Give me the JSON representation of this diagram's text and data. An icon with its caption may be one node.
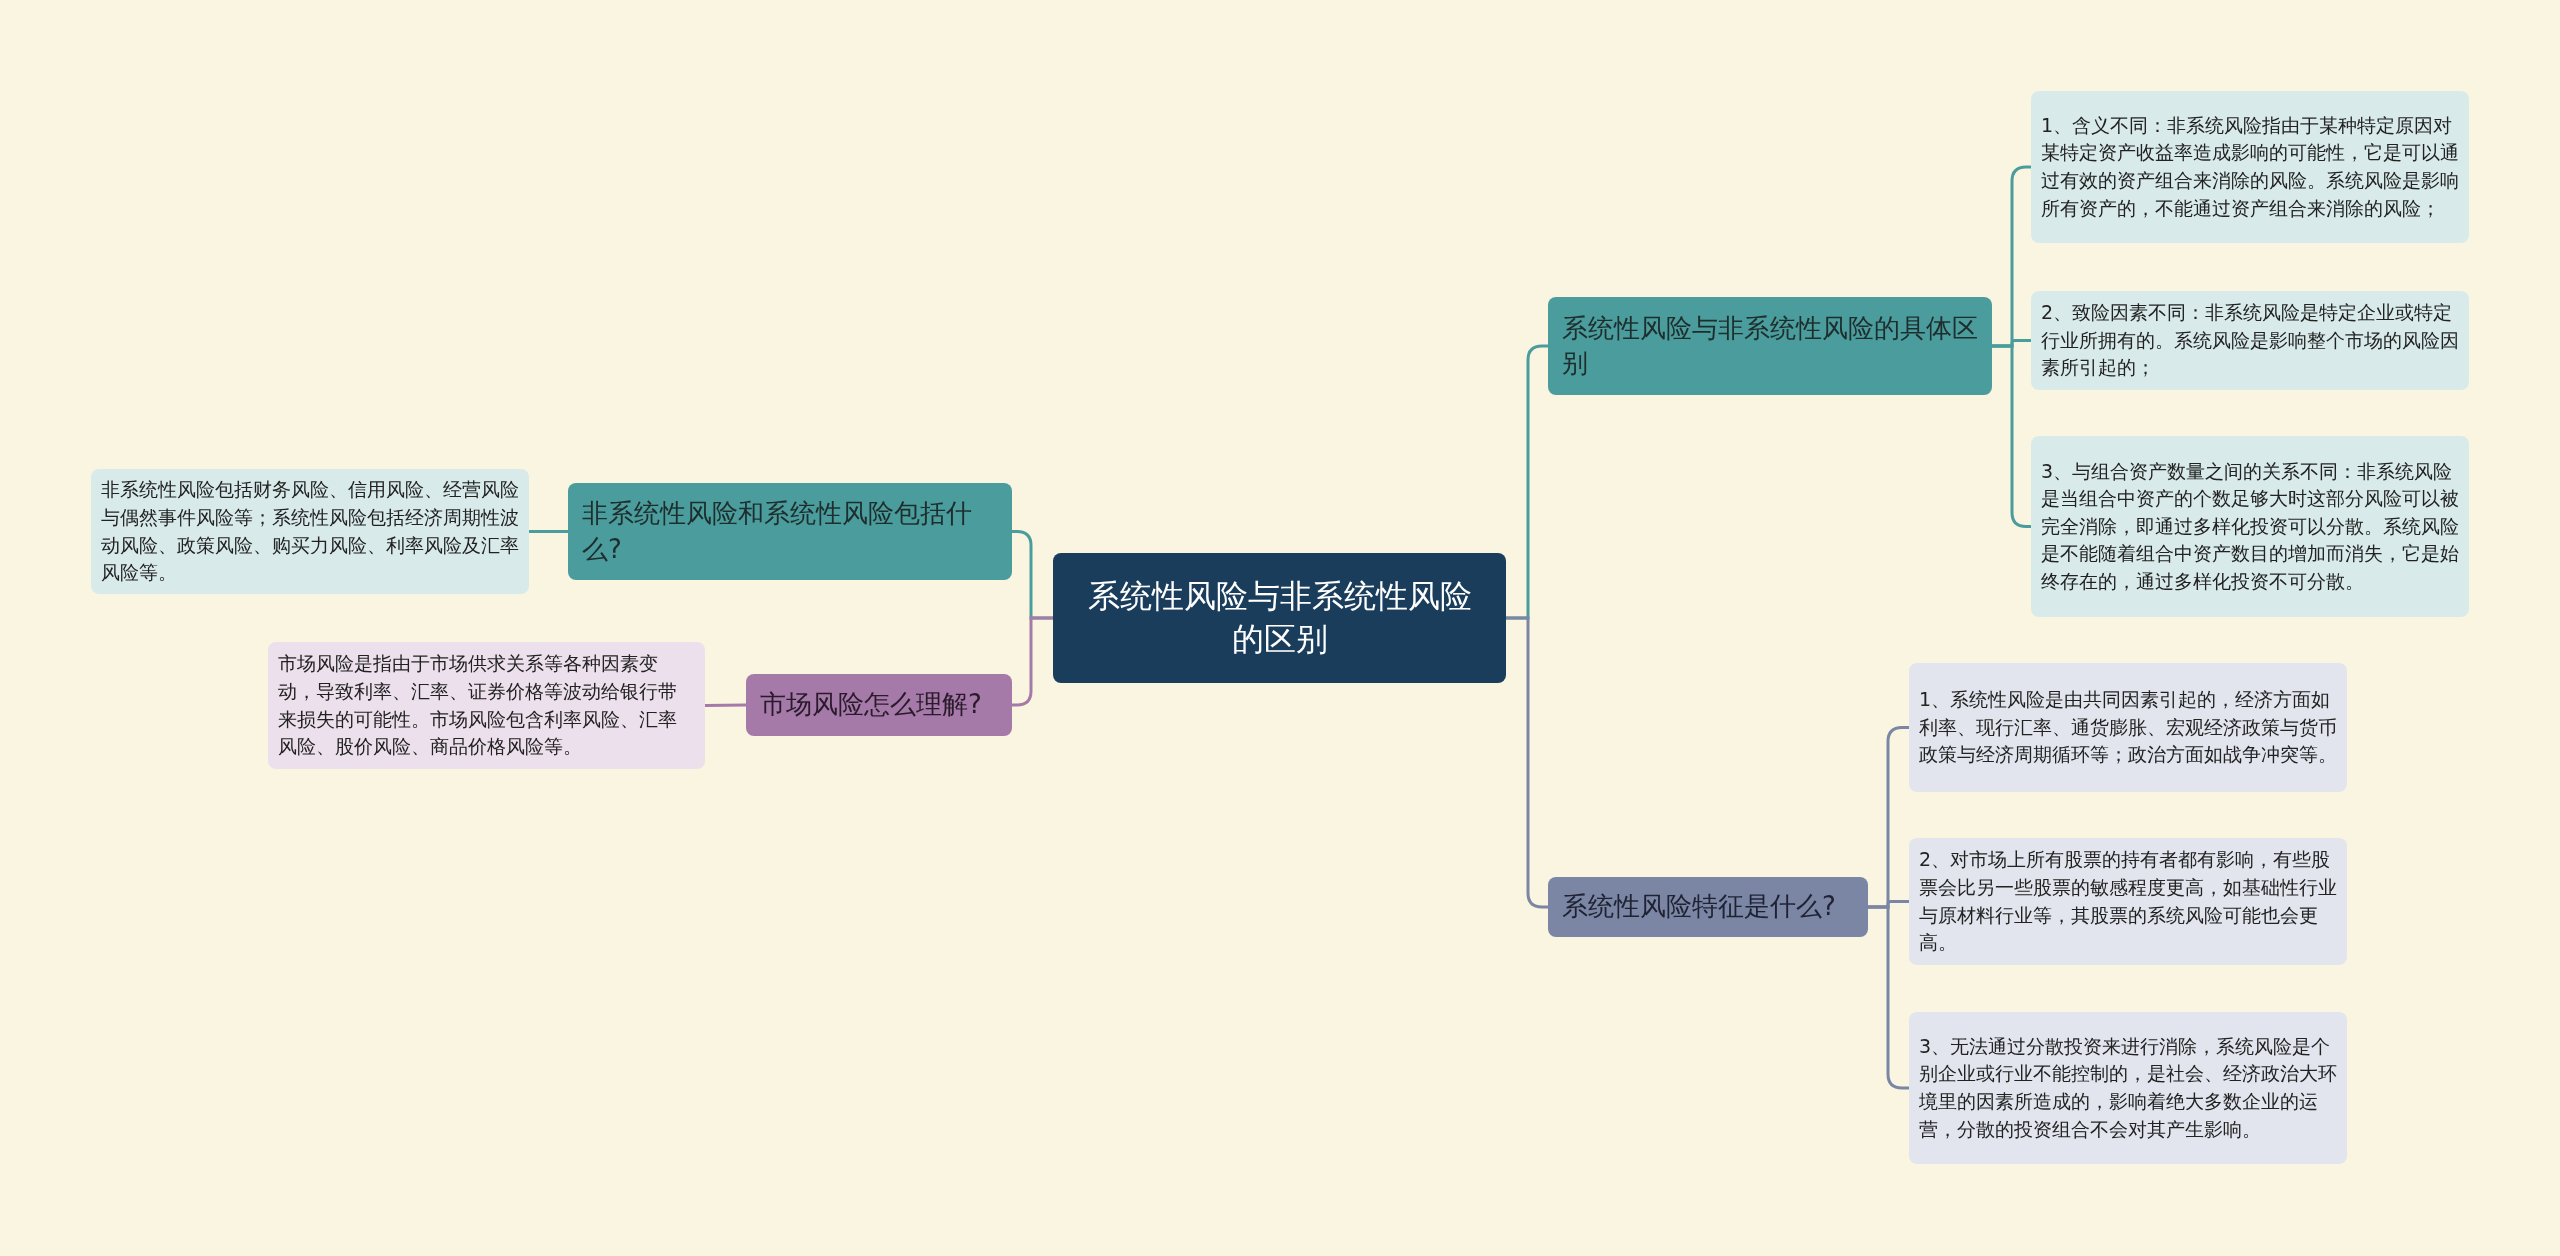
{
  "diagram": {
    "nodes": [
      {
        "text": [
          "系统性风险与非系统性风险的区别"
        ]
      },
      {
        "text": [
          "非系统性风险和系统性风险包括什么?"
        ]
      },
      {
        "text": [
          "非系统性风险包括财务风险、信用风险、经营风险与偶然事件风险等；系统性风险包括经济周期性波动风险、政策风险、购买力风险、利率风险及汇率风险等。"
        ]
      },
      {
        "text": [
          "市场风险怎么理解?"
        ]
      },
      {
        "text": [
          "市场风险是指由于市场供求关系等各种因素变动，导致利率、汇率、证券价格等波动给银行带来损失的可能性。市场风险包含利率风险、汇率风险、股价风险、商品价格风险等。"
        ]
      },
      {
        "text": [
          "系统性风险与非系统性风险的具体区别"
        ]
      },
      {
        "text": [
          "1、含义不同：非系统风险指由于某种特定原因对某特定资产收益率造成影响的可能性，它是可以通过有效的资产组合来消除的风险。系统风险是影响所有资产的，不能通过资产组合来消除的风险；"
        ]
      },
      {
        "text": [
          "2、致险因素不同：非系统风险是特定企业或特定行业所拥有的。系统风险是影响整个市场的风险因素所引起的；"
        ]
      },
      {
        "text": [
          "3、与组合资产数量之间的关系不同：非系统风险是当组合中资产的个数足够大时这部分风险可以被完全消除，即通过多样化投资可以分散。系统风险是不能随着组合中资产数目的增加而消失，它是始终存在的，通过多样化投资不可分散。"
        ]
      },
      {
        "text": [
          "系统性风险特征是什么?"
        ]
      },
      {
        "text": [
          "1、系统性风险是由共同因素引起的，经济方面如利率、现行汇率、通货膨胀、宏观经济政策与货币政策与经济周期循环等；政治方面如战争冲突等。"
        ]
      },
      {
        "text": [
          "2、对市场上所有股票的持有者都有影响，有些股票会比另一些股票的敏感程度更高，如基础性行业与原材料行业等，其股票的系统风险可能也会更高。"
        ]
      },
      {
        "text": [
          "3、无法通过分散投资来进行消除，系统风险是个别企业或行业不能控制的，是社会、经济政治大环境里的因素所造成的，影响着绝大多数企业的运营，分散的投资组合不会对其产生影响。"
        ]
      }
    ],
    "edges": [
      {
        "from": 0,
        "to": 1,
        "arrow": "none"
      },
      {
        "from": 1,
        "to": 2,
        "arrow": "none"
      },
      {
        "from": 0,
        "to": 3,
        "arrow": "none",
        "color": "#a57aa8"
      },
      {
        "from": 3,
        "to": 4,
        "arrow": "none",
        "color": "#a57aa8"
      },
      {
        "from": 0,
        "to": 5,
        "arrow": "none"
      },
      {
        "from": 5,
        "to": 6,
        "arrow": "none"
      },
      {
        "from": 5,
        "to": 7,
        "arrow": "none"
      },
      {
        "from": 5,
        "to": 8,
        "arrow": "none"
      },
      {
        "from": 0,
        "to": 9,
        "arrow": "none",
        "color": "#7a86a4"
      },
      {
        "from": 9,
        "to": 10,
        "arrow": "none",
        "color": "#7a86a4"
      },
      {
        "from": 9,
        "to": 11,
        "arrow": "none",
        "color": "#7a86a4"
      },
      {
        "from": 9,
        "to": 12,
        "arrow": "none",
        "color": "#7a86a4"
      }
    ]
  }
}
